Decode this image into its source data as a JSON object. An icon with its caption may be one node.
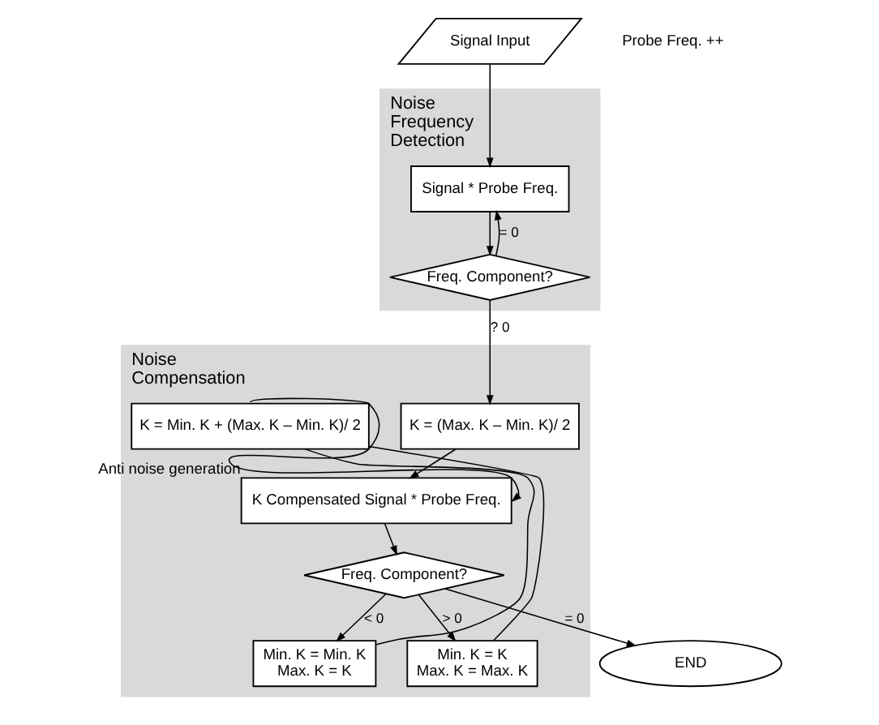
{
  "diagram": {
    "nodes": [
      {
        "text": [
          "Signal Input"
        ]
      },
      {
        "text": [
          "Noise Frequency Detection"
        ]
      },
      {
        "text": [
          "Signal * Probe Freq."
        ],
        "in": 1
      },
      {
        "text": [
          "Freq. Component?"
        ],
        "in": 1
      },
      {
        "text": [
          "Noise Compensation"
        ]
      },
      {
        "text": [
          "K = (Max. K – Min. K)/ 2"
        ],
        "in": 4
      },
      {
        "text": [
          "K Compensated Signal * Probe Freq."
        ],
        "in": 4,
        "beside": [
          "Anti noise generation"
        ]
      },
      {
        "text": [
          "K = Min. K + (Max. K – Min. K)/ 2"
        ],
        "in": 4
      },
      {
        "text": [
          "Freq. Component?"
        ],
        "in": 4
      },
      {
        "text": [
          "Min. K = Min. K",
          "Max. K = K"
        ],
        "in": 4
      },
      {
        "text": [
          "Min. K = K",
          "Max. K = Max. K"
        ],
        "in": 4
      },
      {
        "text": [
          "END"
        ]
      }
    ],
    "edges": [
      {
        "from": 0,
        "to": 2,
        "arrow": "to"
      },
      {
        "from": 2,
        "to": 3,
        "arrow": "to"
      },
      {
        "from": 3,
        "to": 2,
        "arrow": "to",
        "label": "= 0"
      },
      {
        "from": 3,
        "to": 5,
        "arrow": "to",
        "label": "? 0"
      },
      {
        "from": 5,
        "to": 6,
        "arrow": "to"
      },
      {
        "from": 6,
        "to": 8,
        "arrow": "to"
      },
      {
        "from": 8,
        "to": 11,
        "arrow": "to",
        "label": "= 0"
      },
      {
        "from": 8,
        "to": 9,
        "arrow": "to",
        "label": "< 0"
      },
      {
        "from": 8,
        "to": 10,
        "arrow": "to",
        "label": "> 0"
      },
      {
        "from": 9,
        "to": 7,
        "arrow": "none"
      },
      {
        "from": 10,
        "to": 7,
        "arrow": "none"
      },
      {
        "from": 7,
        "to": 6,
        "arrow": "to"
      }
    ],
    "labels": [
      "Probe Freq. ++"
    ]
  }
}
